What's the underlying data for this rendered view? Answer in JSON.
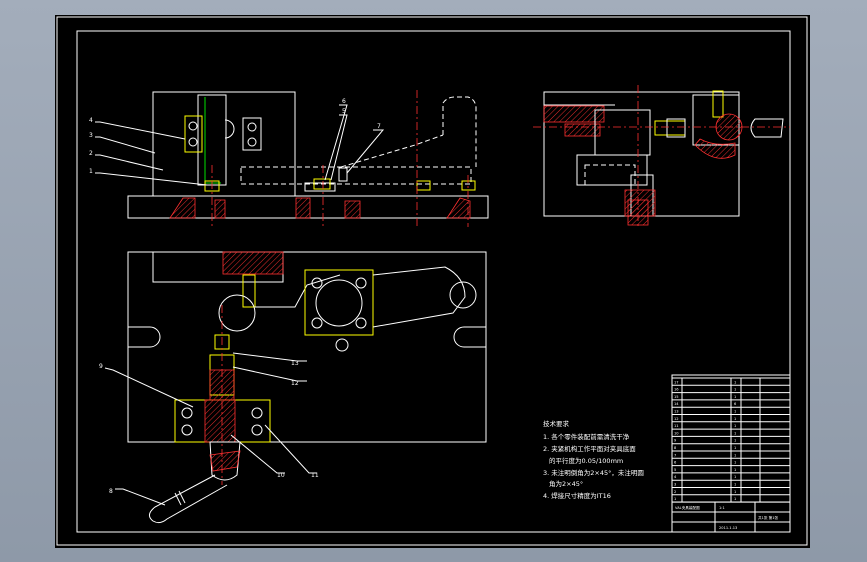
{
  "notes": {
    "heading": "技术要求",
    "lines": [
      "1. 各个零件装配前需清洗干净",
      "2. 夹紧机构工作平面对夹具底面",
      "的平行度为0.05/100mm",
      "3. 未注明倒角为2×45°，未注明圆",
      "角为2×45°",
      "4. 焊接尺寸精度为IT16"
    ]
  },
  "labels": {
    "l4": "4",
    "l3": "3",
    "l2": "2",
    "l1": "1",
    "l6": "6",
    "l5": "5",
    "l7": "7",
    "l9": "9",
    "l8": "8",
    "l13": "13",
    "l12": "12",
    "l10": "10",
    "l11": "11"
  },
  "title_block": {
    "row_numbers": [
      "17",
      "16",
      "15",
      "14",
      "13",
      "12",
      "11",
      "10",
      "9",
      "8",
      "7",
      "6",
      "5",
      "4",
      "3",
      "2",
      "1"
    ],
    "row_names": [
      "",
      "",
      "",
      "",
      "",
      "",
      "",
      "",
      "",
      "",
      "",
      "",
      "",
      "",
      "",
      "",
      ""
    ],
    "row_qty": [
      "1",
      "1",
      "1",
      "6",
      "1",
      "1",
      "1",
      "1",
      "1",
      "1",
      "1",
      "1",
      "1",
      "1",
      "1",
      "1",
      "1"
    ],
    "footer_name": "VAL夹具装配图",
    "footer_scale": "1:1",
    "footer_sheet": "共1张 第1张",
    "footer_date": "2011.1.13"
  }
}
